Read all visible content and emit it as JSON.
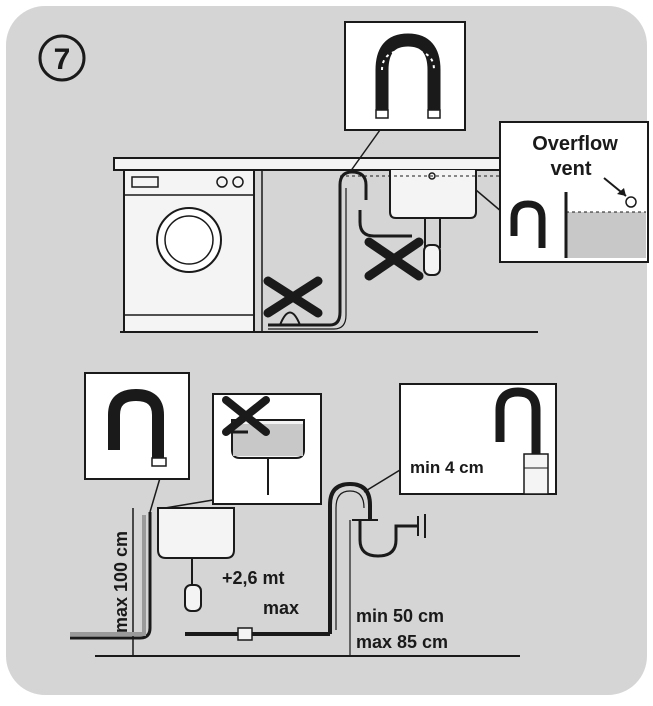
{
  "step_number": "7",
  "labels": {
    "overflow": "Overflow",
    "vent": "vent",
    "min_4cm": "min 4 cm",
    "max_100cm": "max 100 cm",
    "plus_2_6mt": "+2,6 mt",
    "max": "max",
    "min_50cm": "min 50 cm",
    "max_85cm": "max 85 cm"
  },
  "colors": {
    "panel_bg": "#d5d5d5",
    "line": "#1a1a1a",
    "appliance": "#f4f4f4",
    "water": "#c8c8c8",
    "cross": "#1a1a1a"
  }
}
